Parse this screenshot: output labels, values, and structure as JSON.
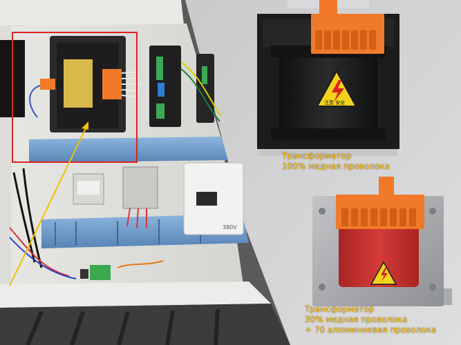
{
  "colors": {
    "caption": "#f2b400",
    "highlight_box": "#e02020",
    "arrow": "#f2c200",
    "din_rail": "#6e9ccc",
    "terminal": "#f07a2a",
    "transformer_black": "#1c1c1c",
    "transformer_red": "#c73430"
  },
  "labels": {
    "warning_text": "注意 安全",
    "left_device_badge": "380V"
  },
  "captions": {
    "copper": {
      "line1": "Трансформатор",
      "line2": "100% медная проволока"
    },
    "aluminum": {
      "line1": "Трансформатор",
      "line2": "30% медная проволока",
      "line3": "+ 70 алюминиевая проволока"
    }
  }
}
